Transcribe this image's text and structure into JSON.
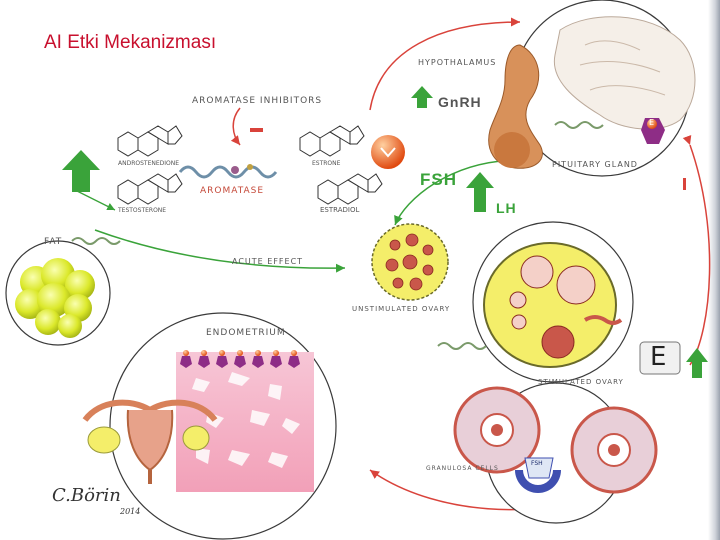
{
  "slide": {
    "title": "AI Etki Mekanizması"
  },
  "labels": {
    "hypothalamus": "HYPOTHALAMUS",
    "gnrh": "GnRH",
    "pituitary_gland": "PITUITARY GLAND",
    "aromatase_inhibitors": "AROMATASE INHIBITORS",
    "aromatase": "AROMATASE",
    "androstenedione": "ANDROSTENEDIONE",
    "testosterone": "TESTOSTERONE",
    "estrone": "ESTRONE",
    "estradiol": "ESTRADIOL",
    "fsh": "FSH",
    "lh": "LH",
    "fat": "FAT",
    "acute_effect": "ACUTE EFFECT",
    "unstimulated_ovary": "UNSTIMULATED OVARY",
    "stimulated_ovary": "STIMULATED OVARY",
    "endometrium": "ENDOMETRIUM",
    "granulosa_cells": "GRANULOSA CELLS",
    "fsh_receptor": "FSH",
    "estrogen_symbol": "E",
    "estrogen_small": "E",
    "minus_sign": "–",
    "inhibit_mark": "I"
  },
  "signature": {
    "name": "C.Börin",
    "year": "2014"
  },
  "colors": {
    "title": "#c8102e",
    "arrow_red": "#d9433b",
    "arrow_green": "#3aa33a",
    "circle_outline": "#3a3a3a",
    "fat_yellow": "#e6ef2a",
    "ovary_yellow": "#f4ee6a",
    "follicle": "#c9574a",
    "pituitary": "#d8915a",
    "estrogen_purple": "#8e2d86"
  }
}
